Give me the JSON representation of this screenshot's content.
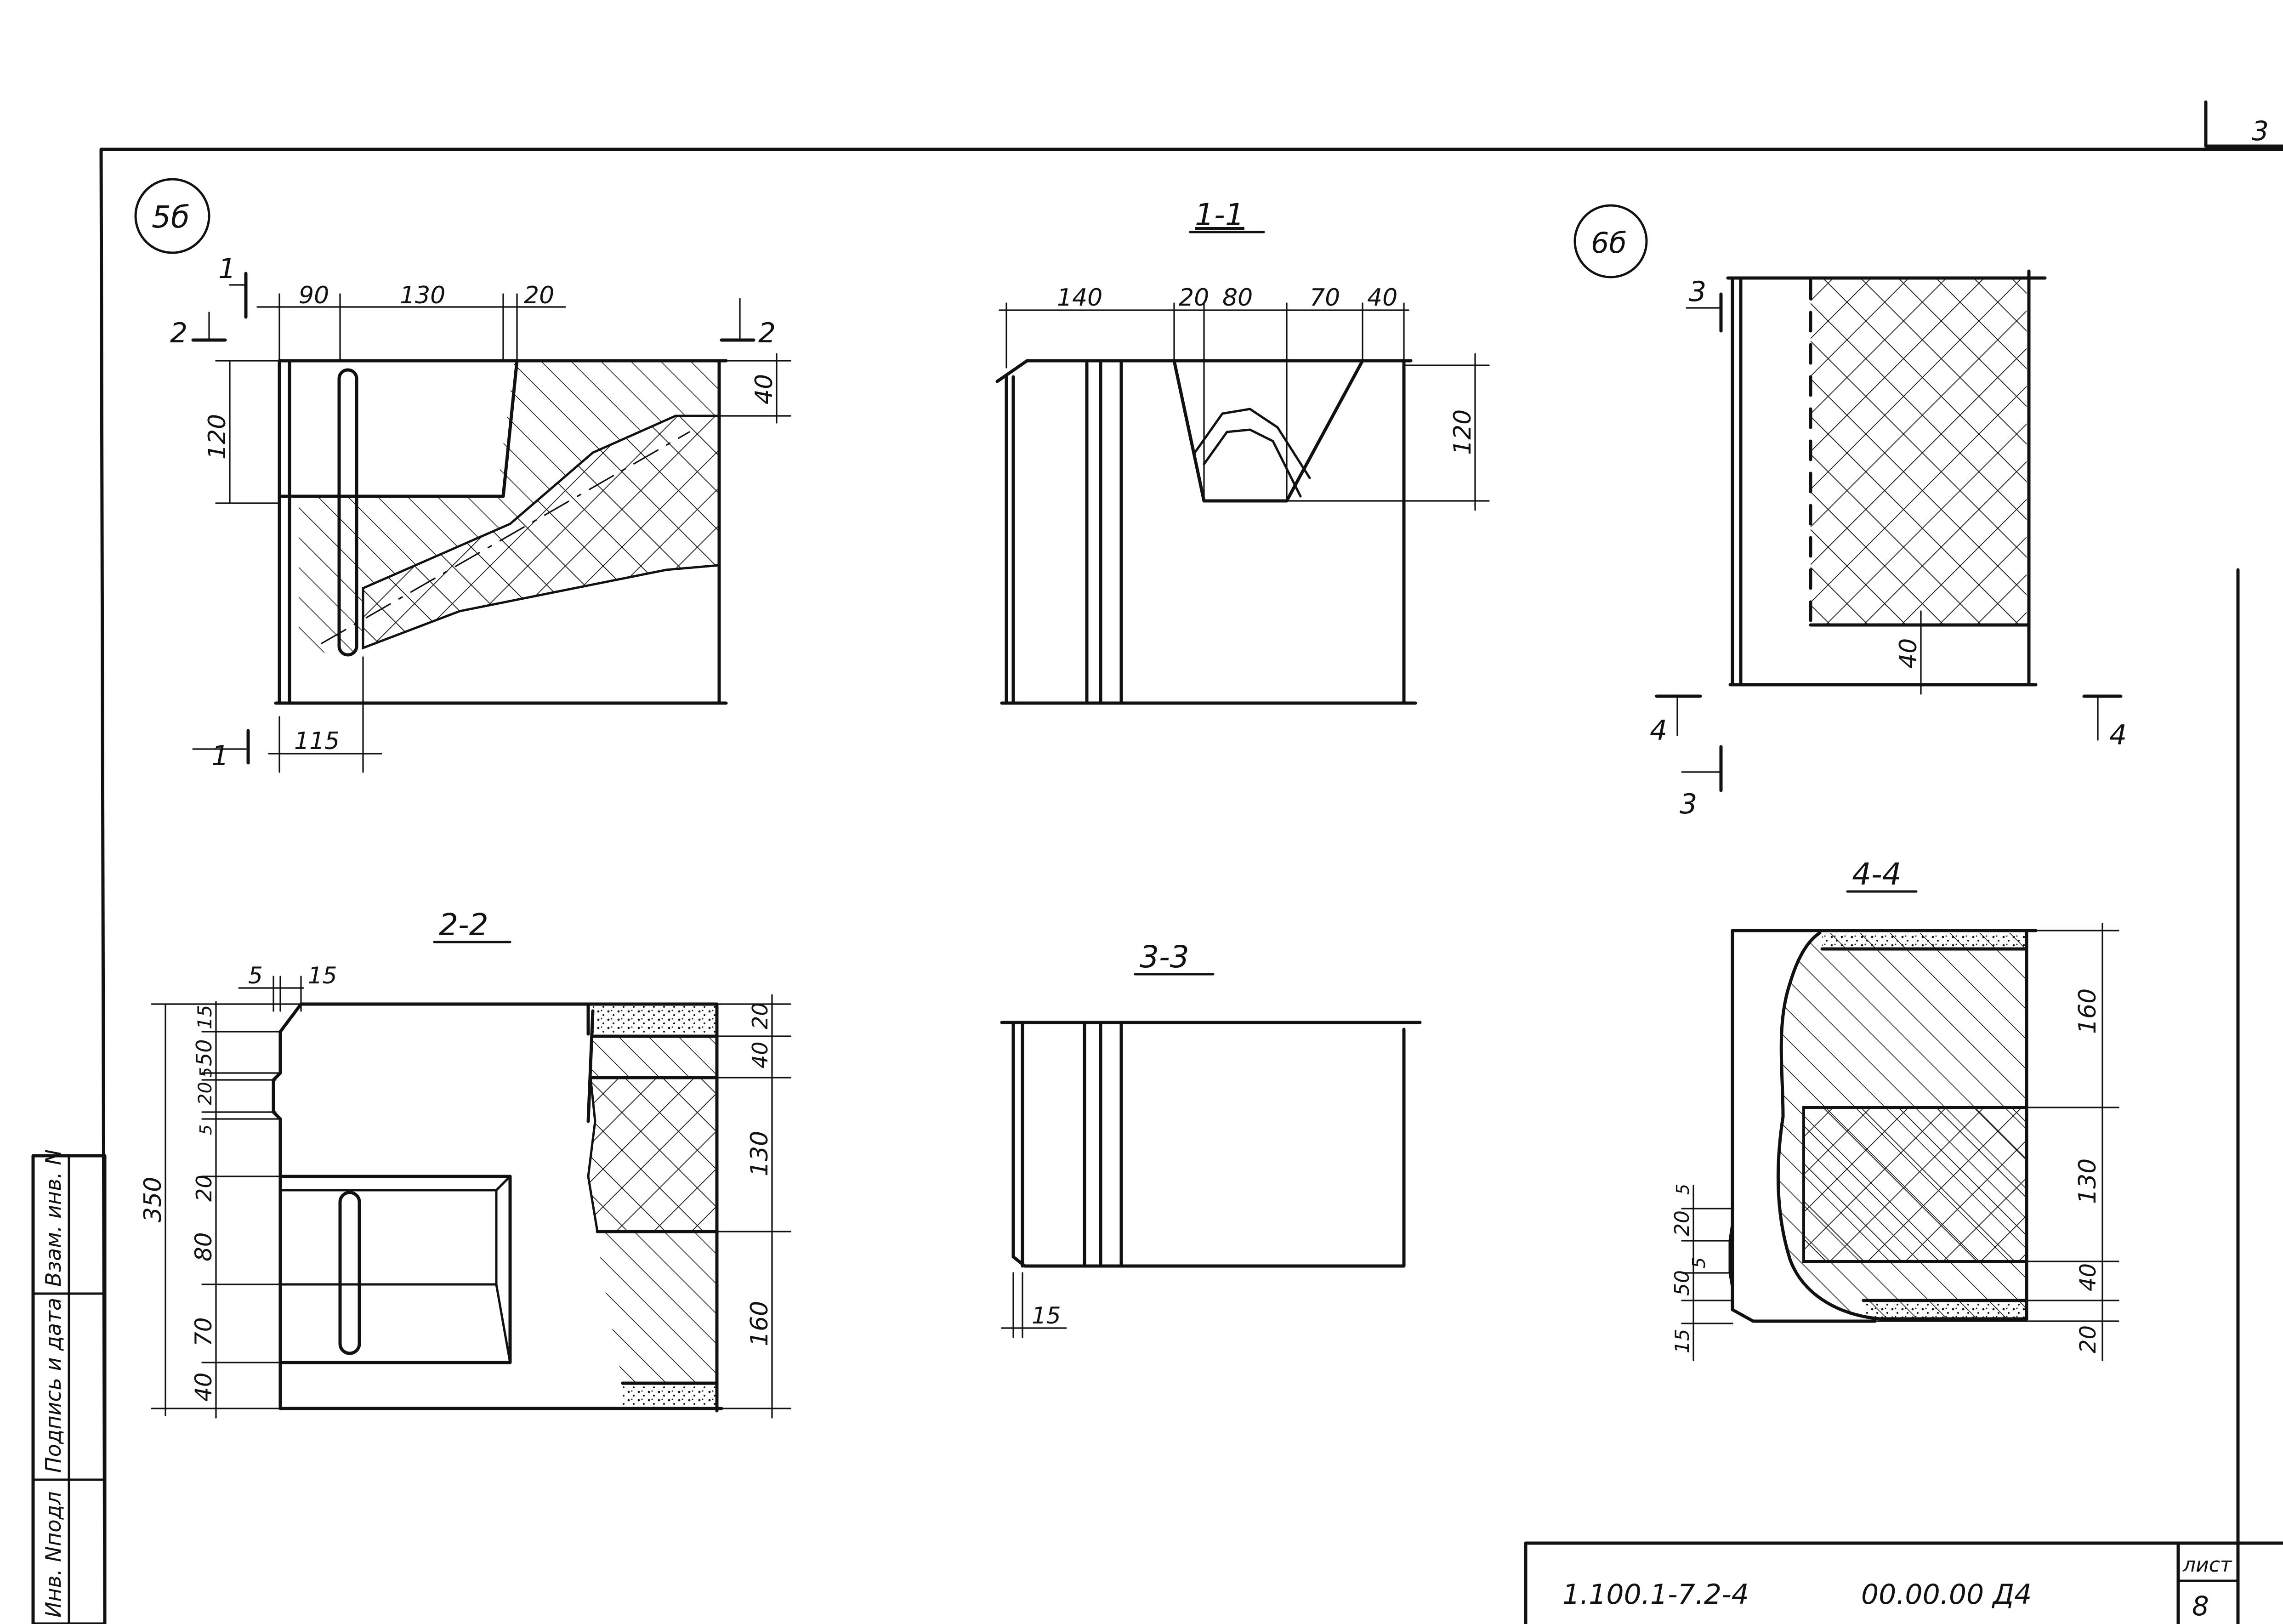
{
  "sheet": {
    "top_corner_number": "3",
    "doc_code": "1.100.1-7.2-4",
    "doc_code_2": "00.00.00 Д4",
    "sheet_label": "лист",
    "sheet_number": "8",
    "stamp_labels": [
      "Инв. Nподл",
      "Подпись и дата",
      "Взам. инв. N"
    ]
  },
  "views": {
    "node_5b": {
      "marker": "5б",
      "cut_1": "1",
      "cut_2": "2",
      "dims": [
        "90",
        "130",
        "20",
        "40",
        "120",
        "115"
      ]
    },
    "section_1_1": {
      "title": "1-1",
      "dims": [
        "140",
        "20",
        "80",
        "70",
        "40",
        "120"
      ]
    },
    "node_6b": {
      "marker": "6б",
      "cut_3": "3",
      "cut_4": "4",
      "dims": [
        "40"
      ]
    },
    "section_2_2": {
      "title": "2-2",
      "dims_top": [
        "5",
        "15"
      ],
      "dims_left": [
        "15",
        "50",
        "20",
        "5",
        "5",
        "20",
        "80",
        "70",
        "40",
        "350"
      ],
      "dims_right": [
        "20",
        "40",
        "130",
        "160"
      ]
    },
    "section_3_3": {
      "title": "3-3",
      "dims": [
        "15"
      ]
    },
    "section_4_4": {
      "title": "4-4",
      "dims_right": [
        "160",
        "130",
        "40",
        "20"
      ],
      "dims_left": [
        "20",
        "5",
        "5",
        "50",
        "15"
      ]
    }
  },
  "colors": {
    "ink": "#111111",
    "paper": "#ffffff"
  }
}
